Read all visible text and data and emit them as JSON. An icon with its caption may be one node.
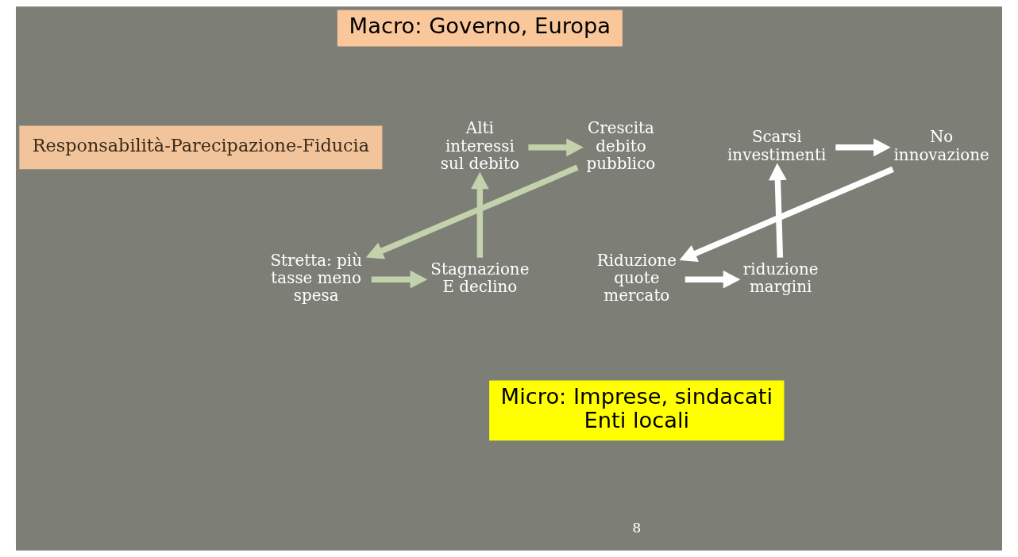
{
  "diagram": {
    "nodes": [
      {
        "text": [
          "Macro: Governo, Europa"
        ]
      },
      {
        "text": [
          "Alti interessi sul debito"
        ]
      },
      {
        "text": [
          "Crescita debito pubblico"
        ]
      },
      {
        "text": [
          "Stagnazione E declino"
        ]
      },
      {
        "text": [
          "Stretta: più tasse meno spesa"
        ]
      },
      {
        "text": [
          "Responsabilità-Parecipazione-Fiducia"
        ]
      },
      {
        "text": [
          "Scarsi investimenti"
        ]
      },
      {
        "text": [
          "No innovazione"
        ]
      },
      {
        "text": [
          "riduzione margini"
        ]
      },
      {
        "text": [
          "Riduzione quote mercato"
        ]
      },
      {
        "text": [
          "Micro: Imprese, sindacati Enti locali"
        ]
      }
    ],
    "edges": [
      {
        "from": 1,
        "to": 2,
        "arrow": "to",
        "color": "#c3d1ad"
      },
      {
        "from": 2,
        "to": 4,
        "arrow": "to",
        "color": "#c3d1ad"
      },
      {
        "from": 4,
        "to": 3,
        "arrow": "to",
        "color": "#c3d1ad"
      },
      {
        "from": 3,
        "to": 1,
        "arrow": "to",
        "color": "#c3d1ad"
      },
      {
        "from": 6,
        "to": 7,
        "arrow": "to"
      },
      {
        "from": 7,
        "to": 9,
        "arrow": "to"
      },
      {
        "from": 9,
        "to": 8,
        "arrow": "to"
      },
      {
        "from": 8,
        "to": 6,
        "arrow": "to"
      }
    ],
    "labels": [
      "8"
    ]
  }
}
